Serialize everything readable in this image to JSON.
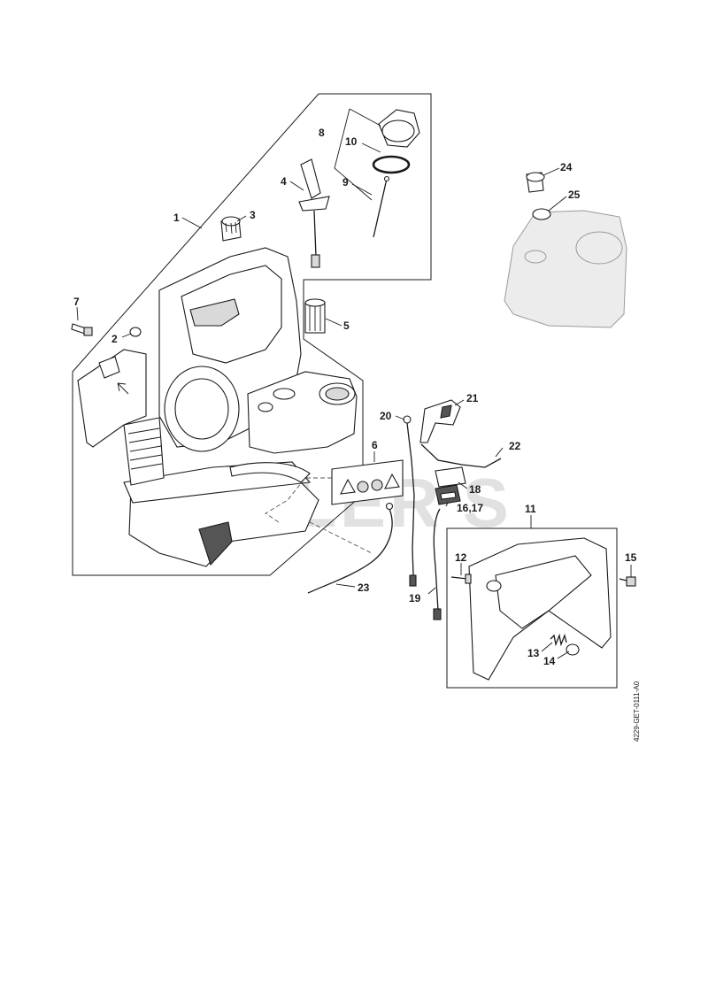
{
  "diagram": {
    "watermark": "CUTLER'S",
    "drawing_number": "4229-GET-0111-A0",
    "callouts": {
      "c1": "1",
      "c2": "2",
      "c3": "3",
      "c4": "4",
      "c5": "5",
      "c6": "6",
      "c7": "7",
      "c8": "8",
      "c9": "9",
      "c10": "10",
      "c11": "11",
      "c12": "12",
      "c13": "13",
      "c14": "14",
      "c15": "15",
      "c16_17": "16,17",
      "c18": "18",
      "c19": "19",
      "c20": "20",
      "c21": "21",
      "c22": "22",
      "c23": "23",
      "c24": "24",
      "c25": "25"
    }
  }
}
